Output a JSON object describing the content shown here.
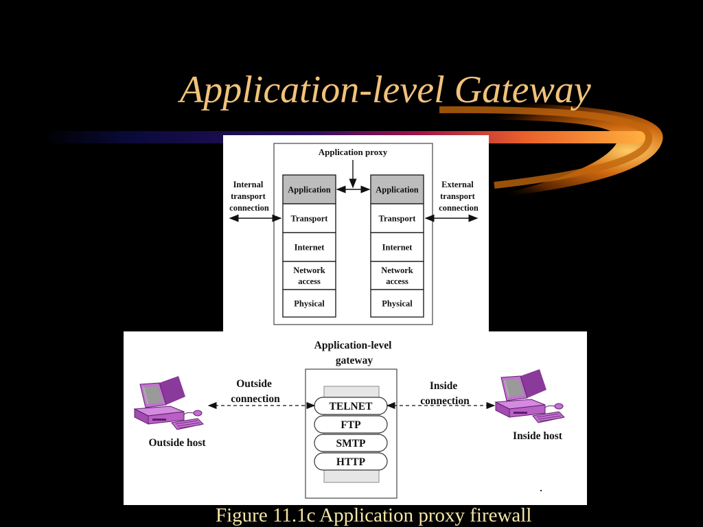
{
  "slide": {
    "title": "Application-level Gateway",
    "caption": "Figure 11.1c Application proxy firewall"
  },
  "stack_diagram": {
    "proxy_label": "Application proxy",
    "left_label": [
      "Internal",
      "transport",
      "connection"
    ],
    "right_label": [
      "External",
      "transport",
      "connection"
    ],
    "layers": [
      [
        "Application"
      ],
      [
        "Transport"
      ],
      [
        "Internet"
      ],
      [
        "Network",
        "access"
      ],
      [
        "Physical"
      ]
    ]
  },
  "gateway_diagram": {
    "gateway_title": [
      "Application-level",
      "gateway"
    ],
    "outside_connection": [
      "Outside",
      "connection"
    ],
    "inside_connection": [
      "Inside",
      "connection"
    ],
    "outside_host": "Outside host",
    "inside_host": "Inside host",
    "services": [
      "TELNET",
      "FTP",
      "SMTP",
      "HTTP"
    ]
  },
  "colors": {
    "background": "#000000",
    "title": "#f1c27a",
    "caption": "#f5e6a6",
    "application_layer_fill": "#bdbdbd",
    "computer": "#b05cc0"
  }
}
